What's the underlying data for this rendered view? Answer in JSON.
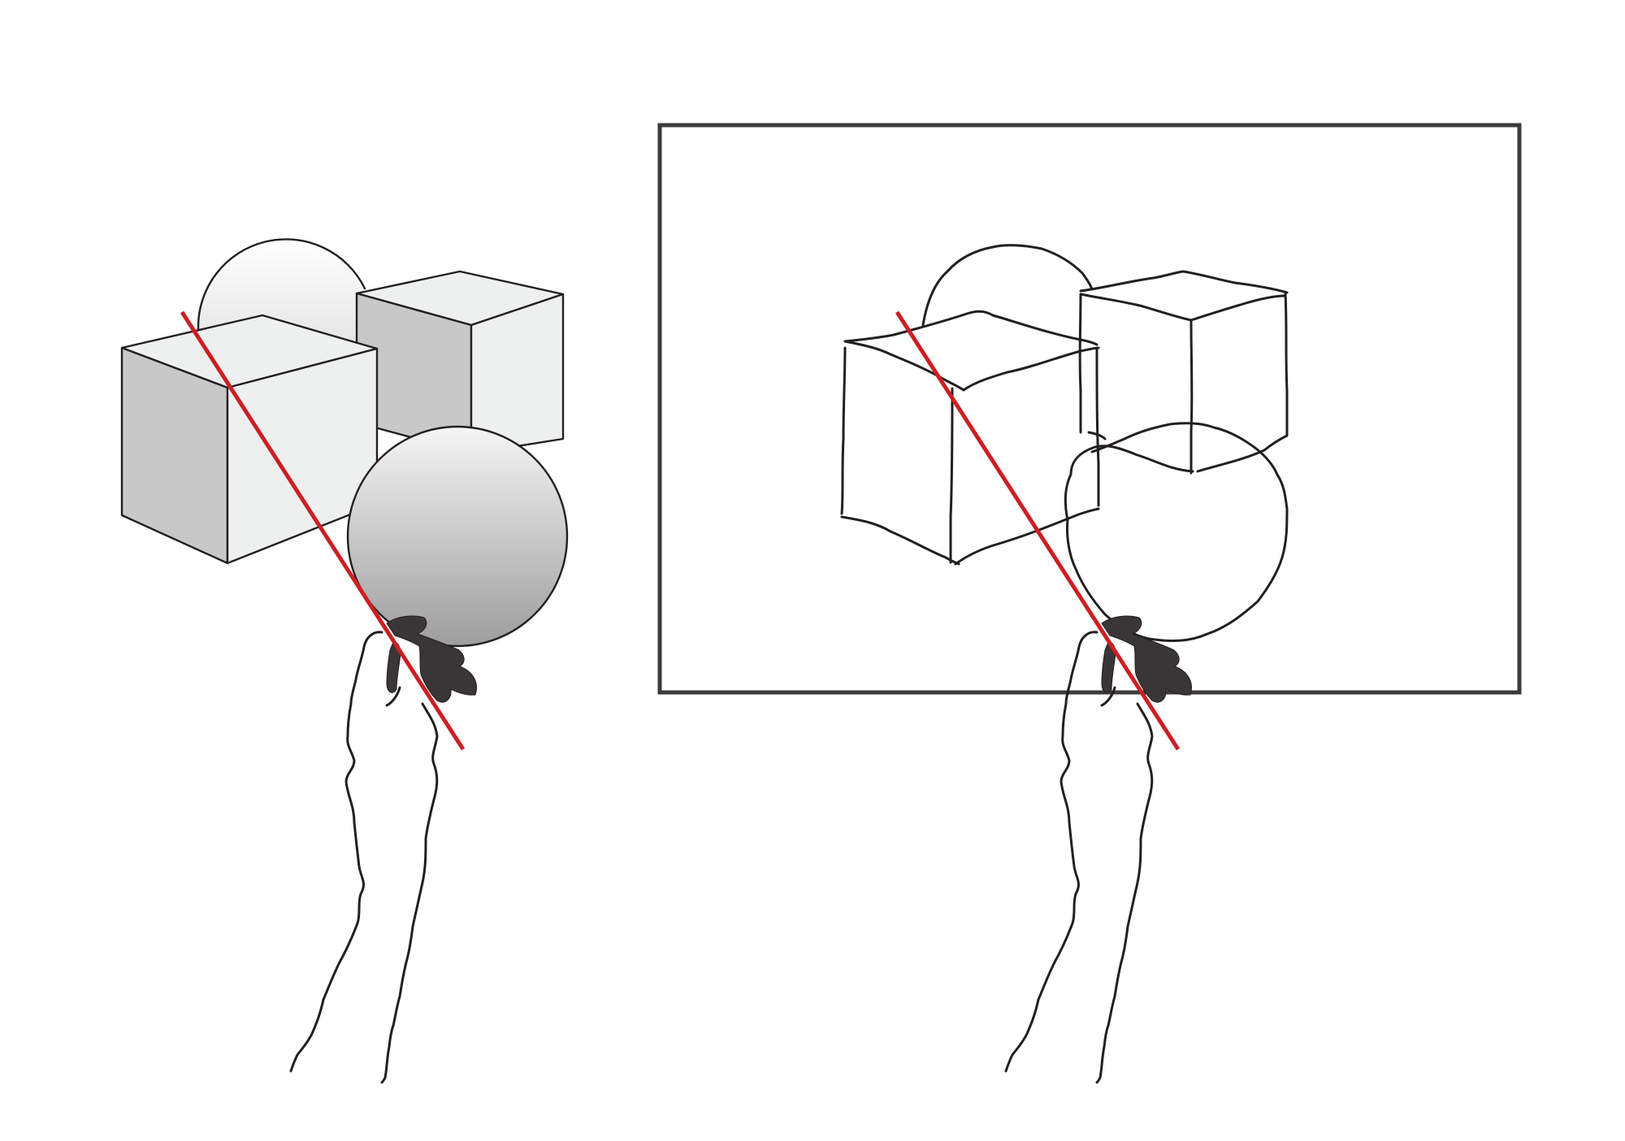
{
  "colors": {
    "background": "#ffffff",
    "outline": "#231f20",
    "cube_dark_face": "#c8c8c8",
    "cube_light_face": "#eef0f0",
    "sphere_top": "#f5f5f5",
    "sphere_bottom": "#9d9d9d",
    "sight_line": "#cc1f24",
    "frame": "#3c3a3b",
    "hand_fill": "#3a3536"
  },
  "panels": [
    {
      "id": "still-life-scene",
      "objects": [
        "cube-front",
        "cube-back",
        "sphere-front",
        "sphere-back"
      ],
      "tool": "hand-holding-pencil",
      "sight_line": true
    },
    {
      "id": "framed-sketch",
      "objects": [
        "cube-front",
        "cube-back",
        "sphere-front",
        "sphere-back"
      ],
      "style": "line-sketch",
      "tool": "hand-holding-pencil",
      "sight_line": true
    }
  ],
  "icons": {
    "hand": "hand-holding-pencil-icon"
  }
}
